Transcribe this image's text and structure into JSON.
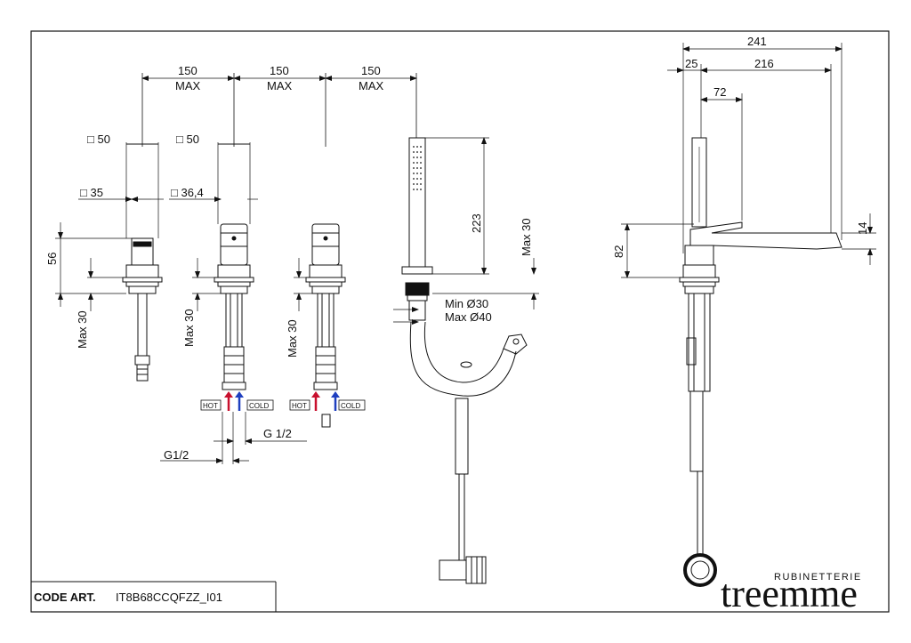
{
  "drawing": {
    "spacing": [
      {
        "value": "150",
        "note": "MAX"
      },
      {
        "value": "150",
        "note": "MAX"
      },
      {
        "value": "150",
        "note": "MAX"
      }
    ],
    "square_50_a": "□ 50",
    "square_50_b": "□ 50",
    "square_35": "□ 35",
    "square_36_4": "□ 36,4",
    "height_56": "56",
    "max30_left": "Max 30",
    "max30_mid": "Max 30",
    "max30_right": "Max 30",
    "max30_shower": "Max 30",
    "shower_height": "223",
    "hole_min": "Min Ø30",
    "hole_max": "Max Ø40",
    "g_half_a": "G 1/2",
    "g_half_b": "G1/2",
    "hot_a": "HOT",
    "cold_a": "COLD",
    "hot_b": "HOT",
    "cold_b": "COLD",
    "side_total": "241",
    "side_25": "25",
    "side_216": "216",
    "side_72": "72",
    "side_82": "82",
    "side_14": "14"
  },
  "title_block": {
    "code_label": "CODE ART.",
    "code_value": "IT8B68CCQFZZ_I01"
  },
  "brand": {
    "sub": "RUBINETTERIE",
    "name": "treemme"
  },
  "colors": {
    "hot_arrow": "#c8102e",
    "cold_arrow": "#1f3fbf"
  }
}
